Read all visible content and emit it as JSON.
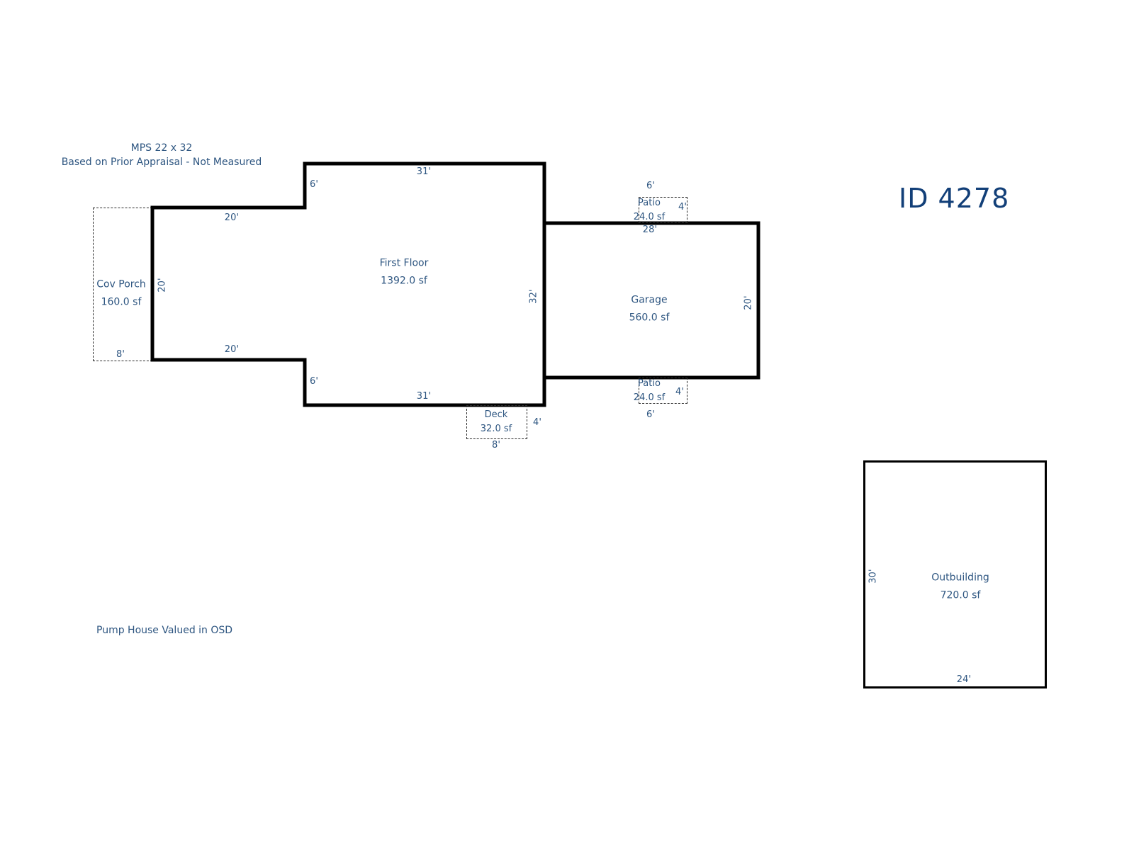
{
  "sketch": {
    "title": "ID 4278",
    "header_note_line1": "MPS 22 x 32",
    "header_note_line2": "Based on Prior Appraisal - Not Measured",
    "footer_note": "Pump House Valued in OSD",
    "colors": {
      "label_blue": "#2d5580",
      "title_navy": "#123f78",
      "wall_black": "#000000",
      "dashed_gray": "#2b2b2b",
      "background": "#ffffff"
    }
  },
  "areas": {
    "cov_porch": {
      "name": "Cov Porch",
      "size": "160.0 sf",
      "dim_bottom": "8'",
      "dim_right": "20'"
    },
    "first_floor": {
      "name": "First Floor",
      "size": "1392.0 sf",
      "dim_top": "31'",
      "dim_bottom": "31'",
      "dim_left_top": "20'",
      "dim_left_bottom": "20'",
      "dim_notch_top": "6'",
      "dim_notch_bottom": "6'",
      "dim_right": "32'"
    },
    "garage": {
      "name": "Garage",
      "size": "560.0 sf",
      "dim_top": "28'",
      "dim_right": "20'"
    },
    "patio_top": {
      "name": "Patio",
      "size": "24.0 sf",
      "dim_top": "6'",
      "dim_right": "4'"
    },
    "patio_bottom": {
      "name": "Patio",
      "size": "24.0 sf",
      "dim_bottom": "6'",
      "dim_right": "4'"
    },
    "deck": {
      "name": "Deck",
      "size": "32.0 sf",
      "dim_bottom": "8'",
      "dim_right": "4'"
    },
    "outbuilding": {
      "name": "Outbuilding",
      "size": "720.0 sf",
      "dim_left": "30'",
      "dim_bottom": "24'"
    }
  }
}
